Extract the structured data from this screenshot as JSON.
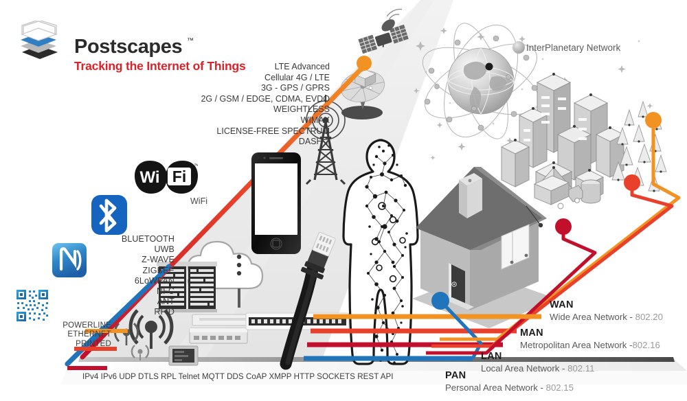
{
  "brand": {
    "name": "Postscapes",
    "tm": "™",
    "tagline": "Tracking the Internet of Things",
    "logo_icon": "stacked-layers-house-icon",
    "name_color": "#2b2b2b",
    "tagline_color": "#d8232a"
  },
  "cellular_stack": {
    "title_icon": "satellite-icon",
    "items": [
      "LTE Advanced",
      "Cellular 4G / LTE",
      "3G - GPS / GPRS",
      "2G / GSM / EDGE, CDMA, EVDO",
      "WEIGHTLESS",
      "WIMAX",
      "LICENSE-FREE SPECTRUM",
      "DASH 7"
    ]
  },
  "pan_stack": {
    "items": [
      "BLUETOOTH",
      "UWB",
      "Z-WAVE",
      "ZIGBEE",
      "6LoWPAN",
      "NFC",
      "ANT",
      "RFID"
    ]
  },
  "wired_stack": {
    "items": [
      "POWERLINE",
      "ETHERNET",
      "PRINTED"
    ]
  },
  "wifi": {
    "logo_text_1": "Wi",
    "logo_text_2": "Fi",
    "logo_tm": "™",
    "caption": "WiFi"
  },
  "interplanetary": {
    "caption": "InterPlanetary Network",
    "globe_icon": "orbiting-globe-icon",
    "moon_icon": "moon-icon"
  },
  "protocols_strip": "IPv4 IPv6 UDP DTLS RPL Telnet MQTT DDS CoAP XMPP HTTP SOCKETS REST API",
  "legend": {
    "items": [
      {
        "abbr": "WAN",
        "name": "Wide Area Network",
        "dash": "-",
        "standard": "802.20",
        "color": "#f29222"
      },
      {
        "abbr": "MAN",
        "name": "Metropolitan Area Network",
        "dash": "-",
        "standard": "802.16",
        "color": "#e8402a"
      },
      {
        "abbr": "LAN",
        "name": "Local Area Network",
        "dash": "-",
        "standard": "802.11",
        "color": "#c2102c"
      },
      {
        "abbr": "PAN",
        "name": "Personal Area Network",
        "dash": "-",
        "standard": "802.15",
        "color": "#1f74bb"
      }
    ]
  },
  "colors": {
    "wan_orange": "#f29222",
    "man_red": "#e8402a",
    "lan_darkred": "#c2102c",
    "pan_blue": "#1f74bb",
    "wedge_grey": "#e9e9e9",
    "scene_grey": "#9b9b9b",
    "dark": "#3a3a3a"
  },
  "scene_icons": [
    "satellite-icon",
    "satellite-dish-icon",
    "cell-tower-icon",
    "smartphone-icon",
    "cloud-icon",
    "server-rack-icon",
    "network-switch-icon",
    "wireless-signal-icon",
    "ethernet-cable-icon",
    "person-network-icon",
    "house-icon",
    "city-skyline-icon",
    "truck-icon",
    "tree-icon",
    "qr-code-icon",
    "nfc-icon",
    "bluetooth-icon"
  ]
}
